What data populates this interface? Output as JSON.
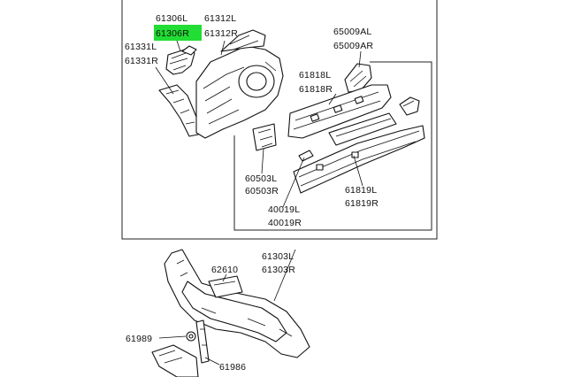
{
  "highlight_color": "#22dd33",
  "labels": {
    "l61306L": "61306L",
    "l61306R": "61306R",
    "l61312L": "61312L",
    "l61312R": "61312R",
    "l61331L": "61331L",
    "l61331R": "61331R",
    "l65009AL": "65009AL",
    "l65009AR": "65009AR",
    "l61818L": "61818L",
    "l61818R": "61818R",
    "l60503L": "60503L",
    "l60503R": "60503R",
    "l61819L": "61819L",
    "l61819R": "61819R",
    "l40019L": "40019L",
    "l40019R": "40019R",
    "l61303L": "61303L",
    "l61303R": "61303R",
    "l62610": "62610",
    "l61989": "61989",
    "l61986": "61986"
  }
}
